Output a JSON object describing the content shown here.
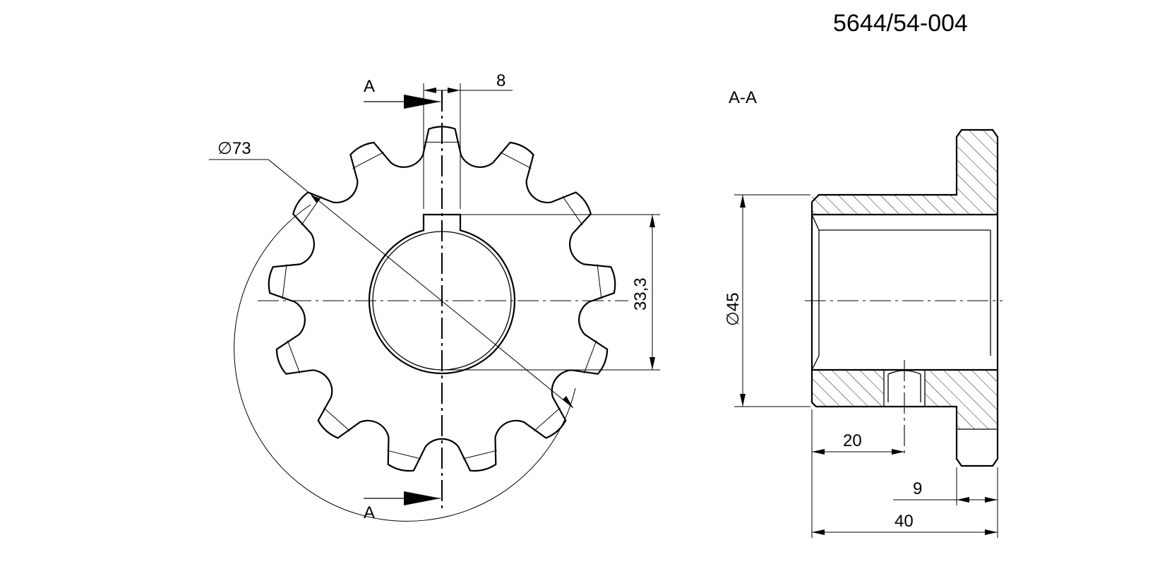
{
  "drawing_number": "5644/54-004",
  "section_label": "A-A",
  "cut_labels": {
    "top": "A",
    "bottom": "A"
  },
  "dimensions": {
    "tip_diameter": "∅73",
    "key_width": "8",
    "keyway_depth": "33,3",
    "bore_diameter": "∅45",
    "hole_position": "20",
    "rim_width": "9",
    "total_length": "40"
  },
  "colors": {
    "line": "#000000",
    "background": "#ffffff"
  }
}
